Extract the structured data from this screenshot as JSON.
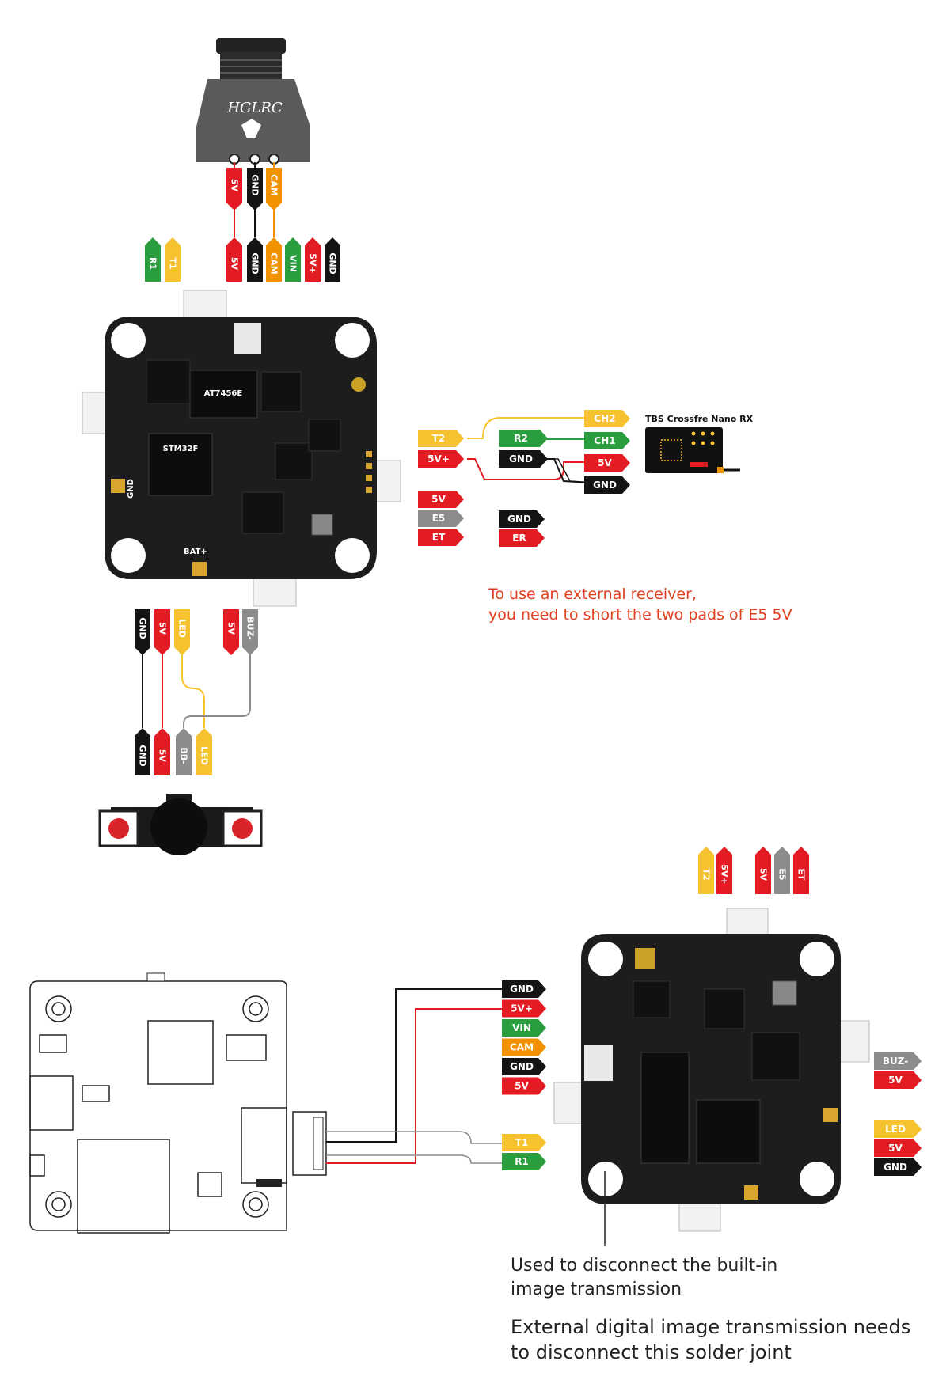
{
  "colors": {
    "red": "#e31b23",
    "black": "#141414",
    "orange": "#f39200",
    "green": "#2a9d3e",
    "yellow": "#f6c22f",
    "gray": "#8c8c8c",
    "note_red": "#e0401f"
  },
  "camera": {
    "logo": "HGLRC",
    "wires_top": [
      "5V",
      "GND",
      "CAM"
    ],
    "wires_bottom": [
      "5V",
      "GND",
      "CAM",
      "VIN",
      "5V+",
      "GND"
    ],
    "tags_left": [
      "R1",
      "T1"
    ]
  },
  "receiver": {
    "title": "TBS Crossfre Nano RX",
    "fc_side": [
      "T2",
      "5V+"
    ],
    "mid_left": [
      "R2",
      "GND"
    ],
    "rx_side": [
      "CH2",
      "CH1",
      "5V",
      "GND"
    ]
  },
  "pads": {
    "left": [
      "5V",
      "E5",
      "ET"
    ],
    "right": [
      "GND",
      "ER"
    ]
  },
  "buzzer": {
    "top_left": [
      "GND",
      "5V",
      "LED"
    ],
    "top_right": [
      "5V",
      "BUZ-"
    ],
    "bottom": [
      "GND",
      "5V",
      "BB-",
      "LED"
    ]
  },
  "notes": {
    "external_receiver": [
      "To use an external receiver,",
      "you need to short the two pads of E5 5V"
    ],
    "disconnect_builtin": [
      "Used to disconnect the built-in",
      "image transmission"
    ],
    "external_digital": [
      "External digital image transmission needs",
      "to disconnect this solder joint"
    ]
  },
  "board_silk": {
    "chip_main": "STM32F",
    "chip_osd": "AT7456E",
    "bat": "BAT+",
    "gnd": "GND"
  },
  "bottom_section": {
    "top_tags": [
      "T2",
      "5V+",
      "5V",
      "E5",
      "ET"
    ],
    "vtx_tags": [
      "GND",
      "5V+",
      "VIN",
      "CAM",
      "GND",
      "5V"
    ],
    "uart_tags": [
      "T1",
      "R1"
    ],
    "right_tags_a": [
      "BUZ-",
      "5V"
    ],
    "right_tags_b": [
      "LED",
      "5V",
      "GND"
    ]
  }
}
